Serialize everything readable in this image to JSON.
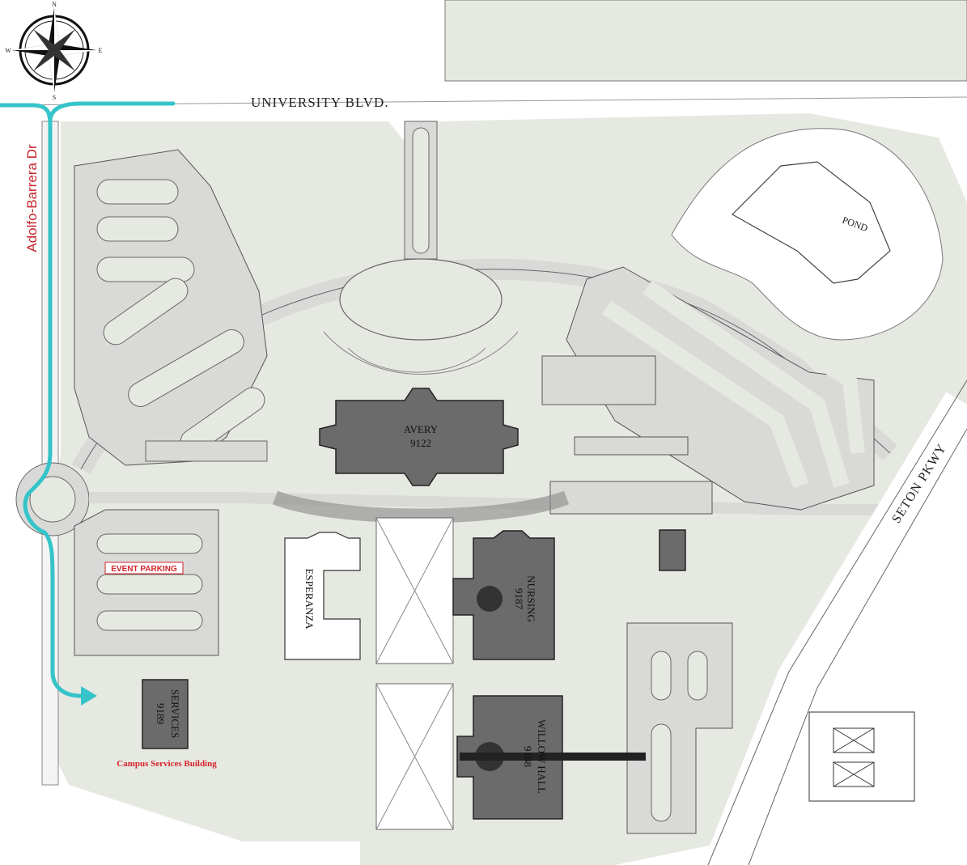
{
  "compass": {
    "north": "N",
    "south": "S",
    "east": "E",
    "west": "W"
  },
  "roads": {
    "university_blvd": "UNIVERSITY BLVD.",
    "seton_pkwy": "SETON PKWY",
    "adolfo_barrera": "Adolfo-Barrera Dr"
  },
  "buildings": {
    "avery_name": "AVERY",
    "avery_number": "9122",
    "esperanza": "ESPERANZA",
    "nursing_name": "NURSING",
    "nursing_number": "9187",
    "willow_name": "WILLOW HALL",
    "willow_number": "9188",
    "services_name": "SERVICES",
    "services_number": "9189"
  },
  "features": {
    "pond": "POND"
  },
  "annotations": {
    "event_parking": "EVENT PARKING",
    "campus_services": "Campus Services Building"
  },
  "colors": {
    "route": "#35c4c9",
    "annotation_red": "#d6232b",
    "building_fill": "#6b6b6b",
    "grass": "#e6e9e2",
    "pavement": "#d9dad8"
  }
}
